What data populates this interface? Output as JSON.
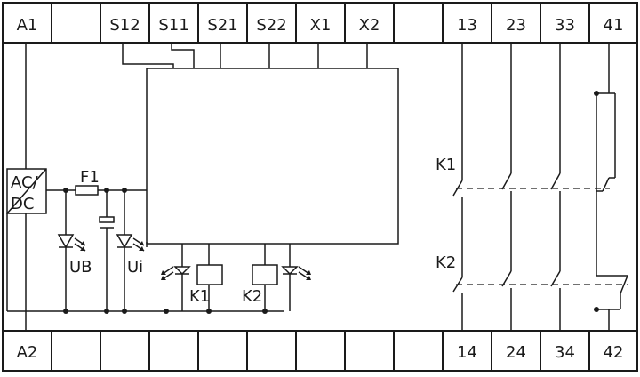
{
  "terminals_top": [
    "A1",
    "",
    "S12",
    "S11",
    "S21",
    "S22",
    "X1",
    "X2",
    "",
    "13",
    "23",
    "33",
    "41"
  ],
  "terminals_bottom": [
    "A2",
    "",
    "",
    "",
    "",
    "",
    "",
    "",
    "",
    "14",
    "24",
    "34",
    "42"
  ],
  "components": {
    "power_supply": [
      "AC/",
      "DC"
    ],
    "fuse": "F1",
    "led_ub": "UB",
    "led_ui": "Ui",
    "relay_k1": "K1",
    "relay_k2": "K2",
    "contact_k1": "K1",
    "contact_k2": "K2"
  }
}
